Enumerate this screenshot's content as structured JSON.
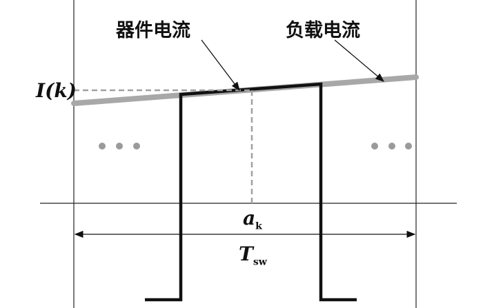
{
  "labels": {
    "device_current": "器件电流",
    "load_current": "负载电流",
    "current_k": "I(k)",
    "a": "a",
    "a_sub": "k",
    "T": "T",
    "T_sub": "sw"
  },
  "colors": {
    "load_line": "#a8a8a8",
    "pulse": "#111111",
    "dash": "#a0a0a0",
    "dots": "#9a9a9a"
  }
}
